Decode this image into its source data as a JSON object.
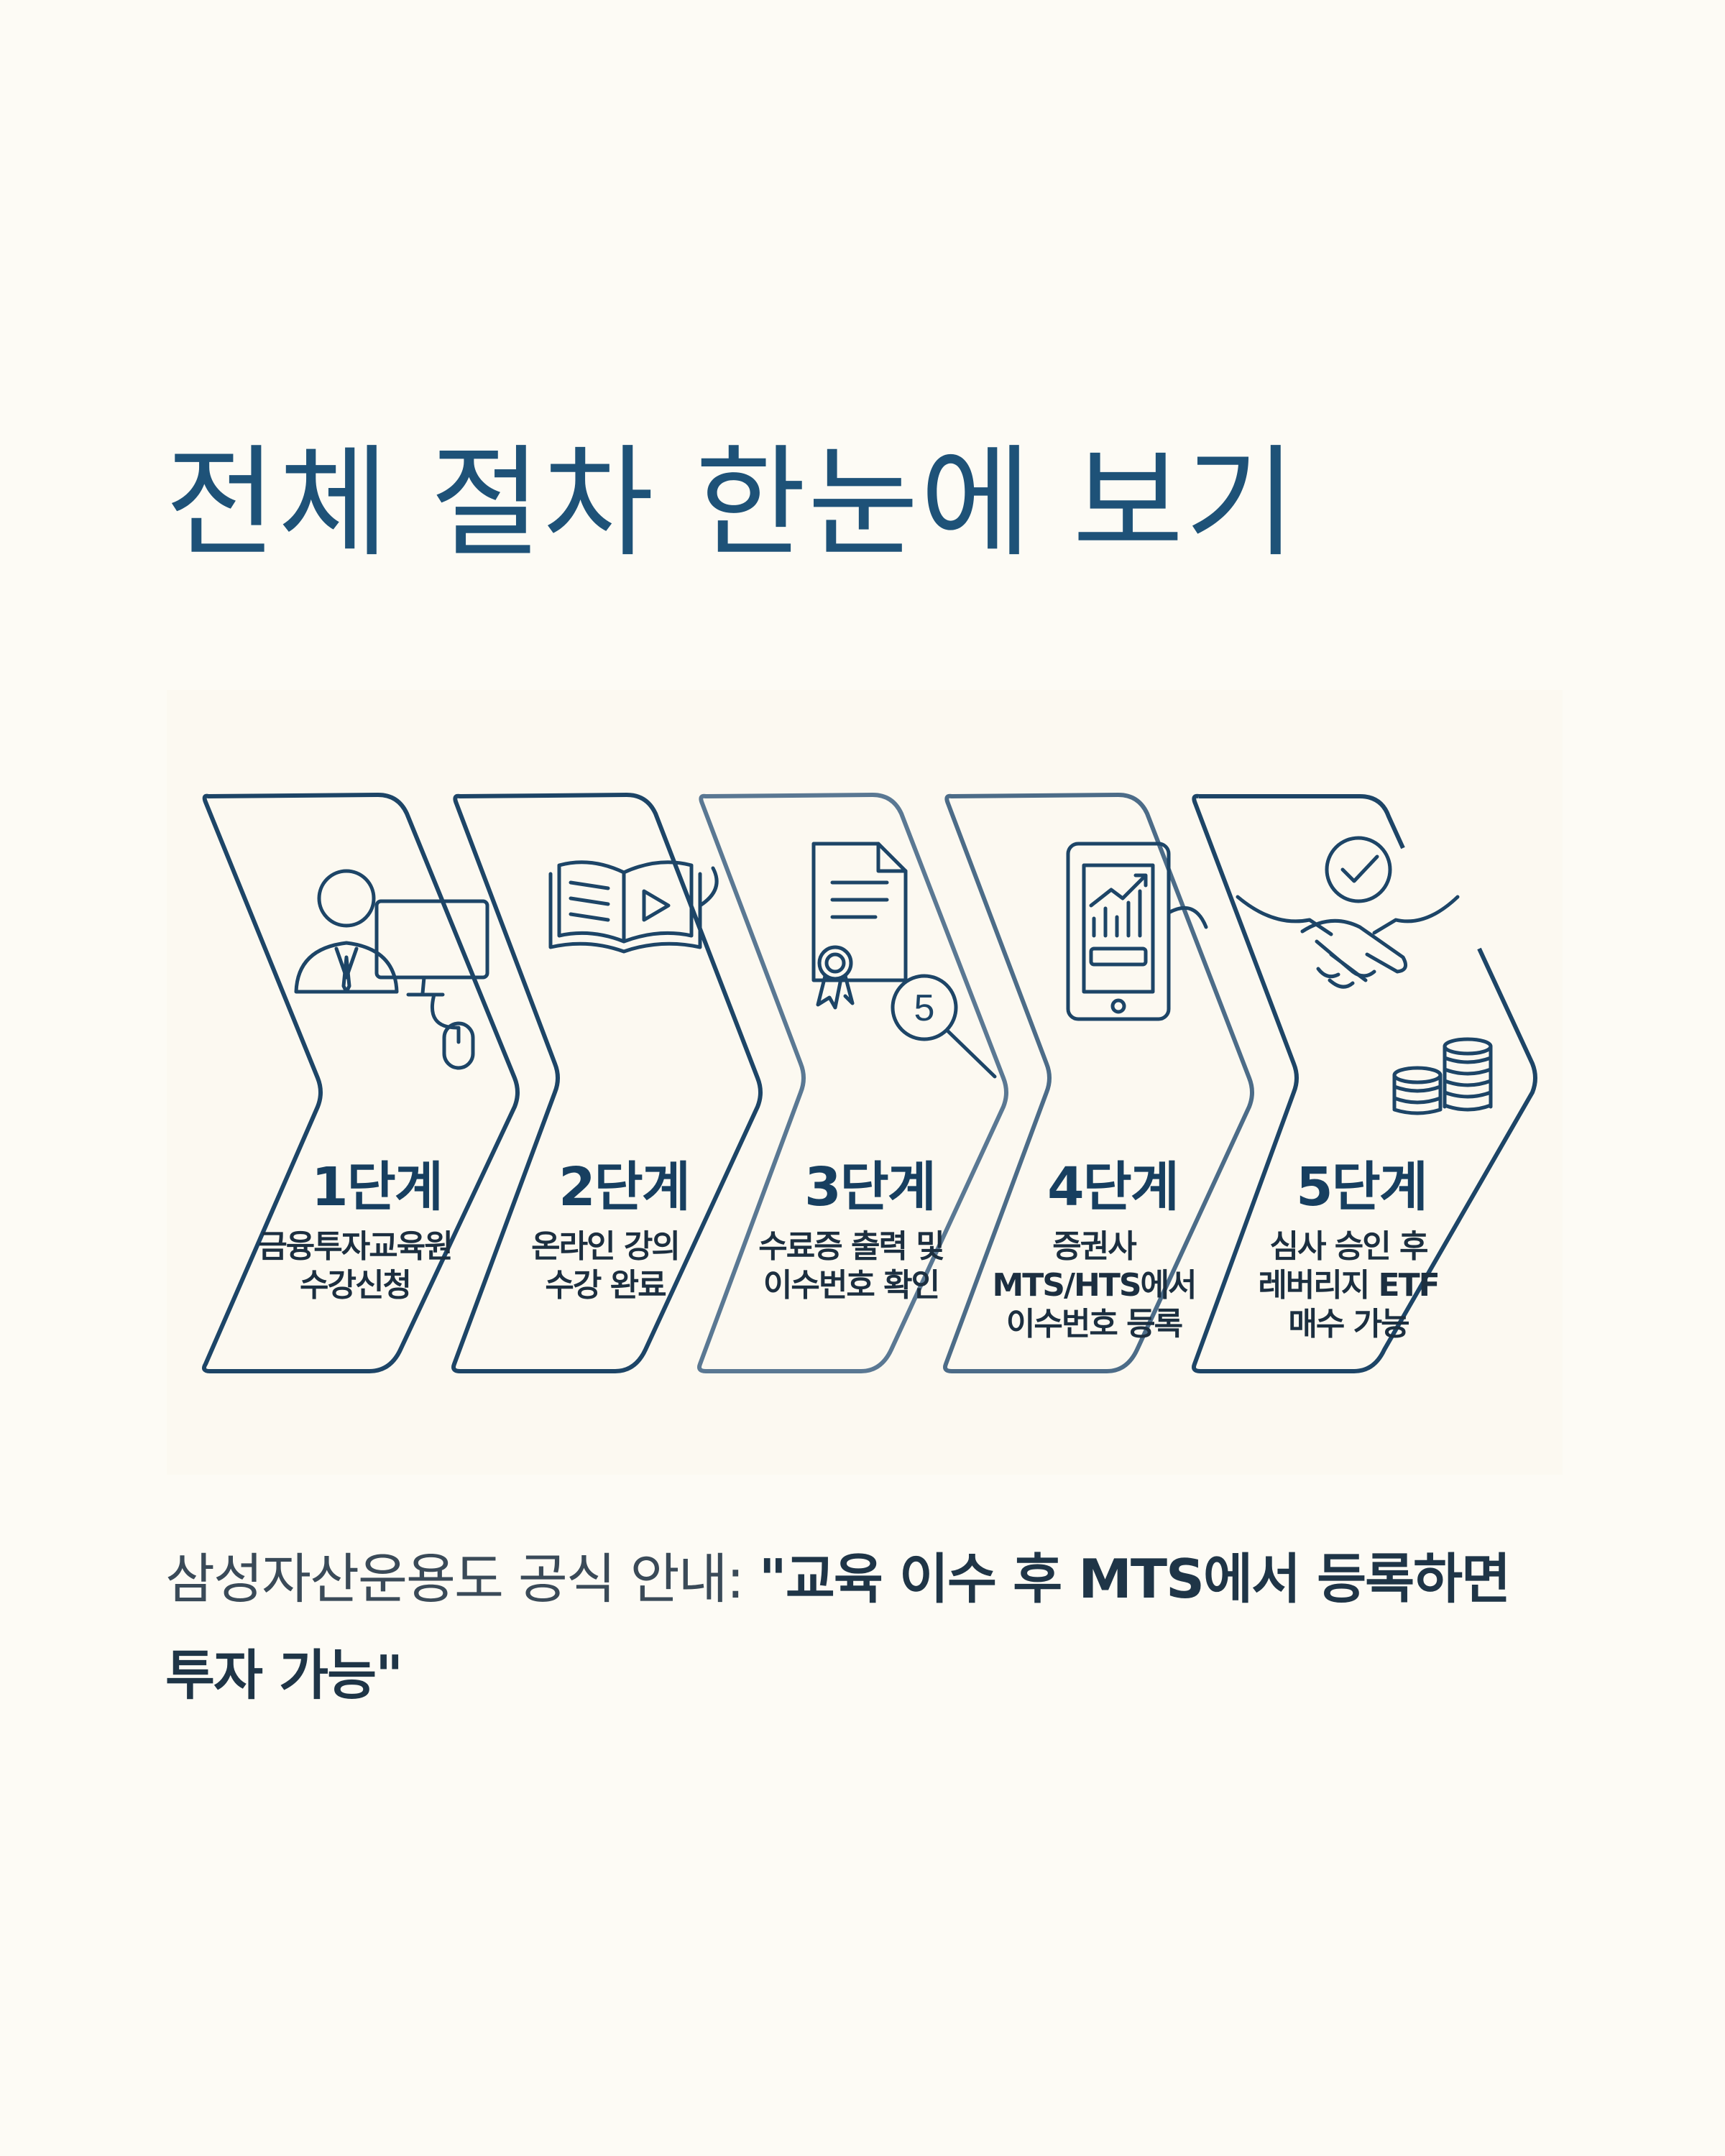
{
  "title": "전체 절차 한눈에 보기",
  "steps": [
    {
      "label": "1단계",
      "desc_lines": [
        "금융투자교육원",
        "수강신청"
      ],
      "icon": "person-computer-icon"
    },
    {
      "label": "2단계",
      "desc_lines": [
        "온라인 강의",
        "수강 완료"
      ],
      "icon": "book-play-icon"
    },
    {
      "label": "3단계",
      "desc_lines": [
        "수료증 출력 및",
        "이수번호 확인"
      ],
      "icon": "certificate-search-icon",
      "icon_badge": "5"
    },
    {
      "label": "4단계",
      "desc_lines": [
        "증권사",
        "MTS/HTS에서",
        "이수번호 등록"
      ],
      "icon": "mobile-chart-icon"
    },
    {
      "label": "5단계",
      "desc_lines": [
        "심사 승인 후",
        "레버리지 ETF",
        "매수 가능"
      ],
      "icon": "handshake-coins-icon"
    }
  ],
  "caption": {
    "source": "삼성자산운용도 공식 안내: ",
    "quote": "\"교육 이수 후 MTS에서 등록하면 투자 가능\""
  },
  "colors": {
    "background": "#fdfbf5",
    "title": "#1e5278",
    "diagram_stroke": "#1d4567",
    "text_dark": "#1c2f40"
  }
}
